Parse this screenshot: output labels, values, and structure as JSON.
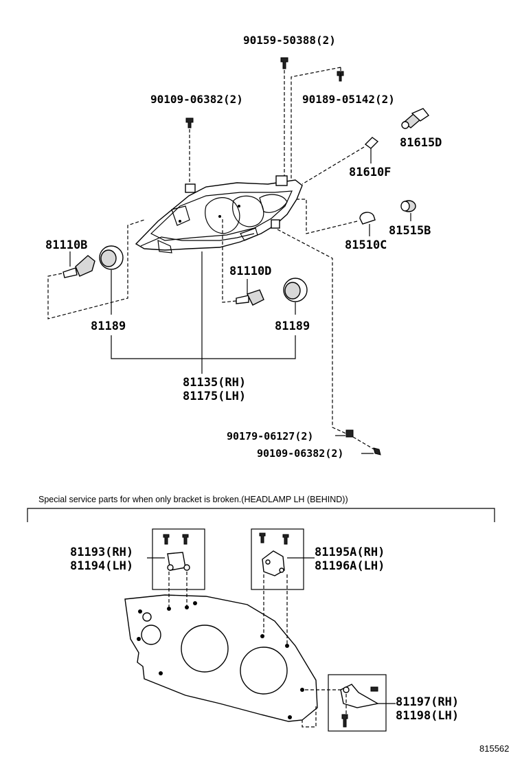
{
  "diagram": {
    "callouts": {
      "screw_top": "90159-50388(2)",
      "screw_left": "90109-06382(2)",
      "screw_right": "90189-05142(2)",
      "bulb_81615d": "81615D",
      "bulb_81610f": "81610F",
      "socket_81515b": "81515B",
      "bulb_81510c": "81510C",
      "bulb_81110b": "81110B",
      "bulb_81110d": "81110D",
      "cap_left": "81189",
      "cap_right": "81189",
      "headlamp_rh": "81135(RH)",
      "headlamp_lh": "81175(LH)",
      "nut_90179": "90179-06127(2)",
      "screw_bottom": "90109-06382(2)"
    },
    "service_note": "Special service parts for when only bracket is broken.(HEADLAMP LH (BEHIND))",
    "bracket_callouts": {
      "b1_rh": "81193(RH)",
      "b1_lh": "81194(LH)",
      "b2_rh": "81195A(RH)",
      "b2_lh": "81196A(LH)",
      "b3_rh": "81197(RH)",
      "b3_lh": "81198(LH)"
    },
    "illustration_code": "815562"
  }
}
